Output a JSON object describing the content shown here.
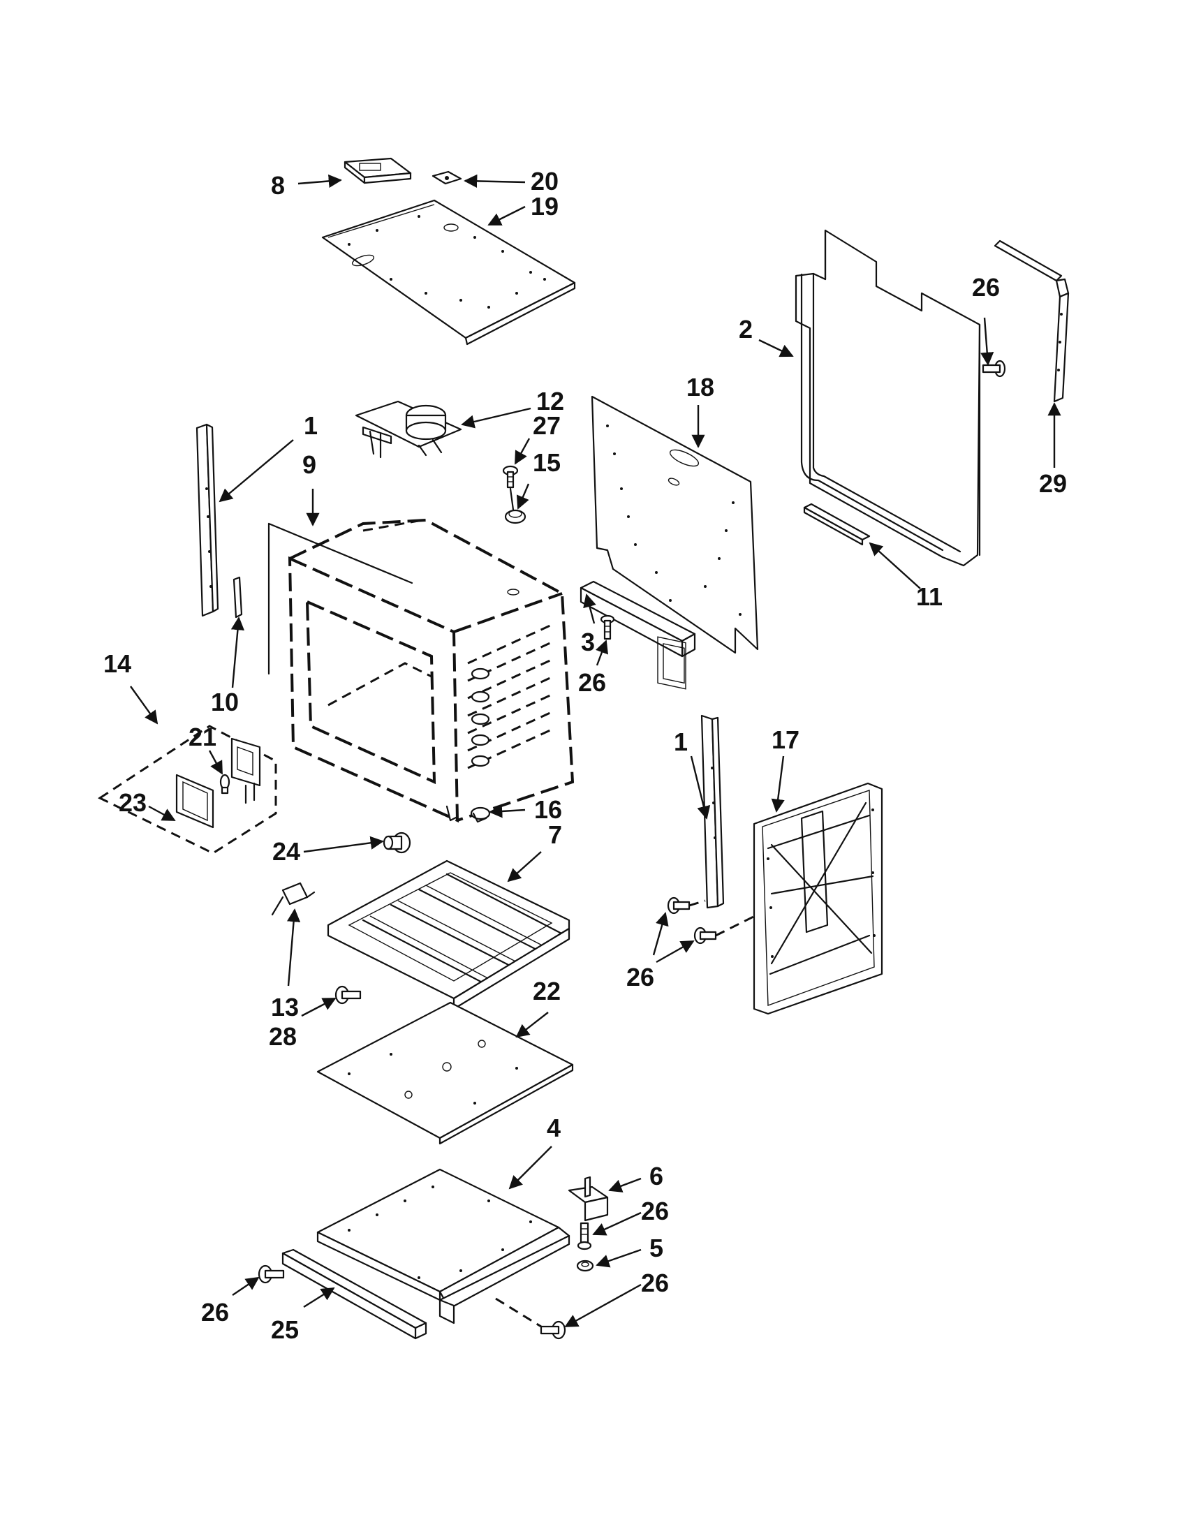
{
  "diagram": {
    "type": "exploded-parts-diagram",
    "callouts": [
      {
        "id": "c8",
        "label": "8",
        "part": "control-bracket"
      },
      {
        "id": "c20",
        "label": "20",
        "part": "small-plate"
      },
      {
        "id": "c19",
        "label": "19",
        "part": "top-panel"
      },
      {
        "id": "c26a",
        "label": "26",
        "part": "screw"
      },
      {
        "id": "c2",
        "label": "2",
        "part": "rear-wrapper"
      },
      {
        "id": "c12",
        "label": "12",
        "part": "latch-assembly"
      },
      {
        "id": "c27",
        "label": "27",
        "part": "screw"
      },
      {
        "id": "c15",
        "label": "15",
        "part": "thermostat-sensor"
      },
      {
        "id": "c18",
        "label": "18",
        "part": "rear-panel"
      },
      {
        "id": "c1a",
        "label": "1",
        "part": "side-rail"
      },
      {
        "id": "c9",
        "label": "9",
        "part": "oven-cavity"
      },
      {
        "id": "c29",
        "label": "29",
        "part": "side-trim"
      },
      {
        "id": "c11",
        "label": "11",
        "part": "bracket"
      },
      {
        "id": "c3",
        "label": "3",
        "part": "rear-bracket"
      },
      {
        "id": "c26b",
        "label": "26",
        "part": "screw"
      },
      {
        "id": "c14",
        "label": "14",
        "part": "light-assembly"
      },
      {
        "id": "c10",
        "label": "10",
        "part": "spacer-strip"
      },
      {
        "id": "c21",
        "label": "21",
        "part": "bulb"
      },
      {
        "id": "c23",
        "label": "23",
        "part": "light-lens"
      },
      {
        "id": "c16",
        "label": "16",
        "part": "rack-support"
      },
      {
        "id": "c1b",
        "label": "1",
        "part": "side-rail"
      },
      {
        "id": "c17",
        "label": "17",
        "part": "side-panel"
      },
      {
        "id": "c24",
        "label": "24",
        "part": "grommet"
      },
      {
        "id": "c7",
        "label": "7",
        "part": "bottom-tray"
      },
      {
        "id": "c13",
        "label": "13",
        "part": "switch"
      },
      {
        "id": "c26c",
        "label": "26",
        "part": "screw"
      },
      {
        "id": "c28",
        "label": "28",
        "part": "screw"
      },
      {
        "id": "c22",
        "label": "22",
        "part": "bottom-panel"
      },
      {
        "id": "c4",
        "label": "4",
        "part": "base-frame"
      },
      {
        "id": "c6",
        "label": "6",
        "part": "leveling-bracket"
      },
      {
        "id": "c26d",
        "label": "26",
        "part": "screw"
      },
      {
        "id": "c5",
        "label": "5",
        "part": "leveling-foot"
      },
      {
        "id": "c26e",
        "label": "26",
        "part": "screw"
      },
      {
        "id": "c26f",
        "label": "26",
        "part": "screw"
      },
      {
        "id": "c25",
        "label": "25",
        "part": "front-rail"
      }
    ]
  }
}
